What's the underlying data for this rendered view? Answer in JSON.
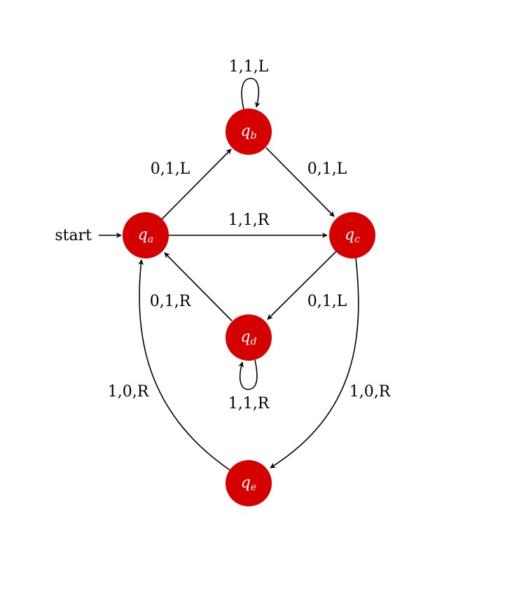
{
  "colors": {
    "state_fill": "#d50000",
    "state_text": "#ffffff",
    "edge": "#000000",
    "background": "#ffffff"
  },
  "start_label": "start",
  "states": [
    {
      "id": "a",
      "name": "q",
      "sub": "a"
    },
    {
      "id": "b",
      "name": "q",
      "sub": "b"
    },
    {
      "id": "c",
      "name": "q",
      "sub": "c"
    },
    {
      "id": "d",
      "name": "q",
      "sub": "d"
    },
    {
      "id": "e",
      "name": "q",
      "sub": "e"
    }
  ],
  "transitions": [
    {
      "from": "a",
      "to": "b",
      "label": "0,1,L"
    },
    {
      "from": "b",
      "to": "b",
      "label": "1,1,L"
    },
    {
      "from": "b",
      "to": "c",
      "label": "0,1,L"
    },
    {
      "from": "a",
      "to": "c",
      "label": "1,1,R"
    },
    {
      "from": "c",
      "to": "d",
      "label": "0,1,L"
    },
    {
      "from": "d",
      "to": "a",
      "label": "0,1,R"
    },
    {
      "from": "d",
      "to": "d",
      "label": "1,1,R"
    },
    {
      "from": "c",
      "to": "e",
      "label": "1,0,R"
    },
    {
      "from": "e",
      "to": "a",
      "label": "1,0,R"
    }
  ]
}
